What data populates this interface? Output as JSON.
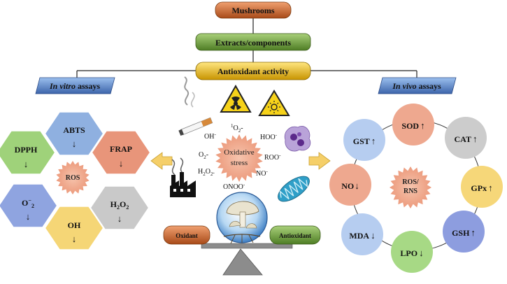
{
  "header": {
    "mushrooms": "Mushrooms",
    "extracts": "Extracts/components",
    "antioxidant_activity": "Antioxidant activity"
  },
  "in_vitro": {
    "title_italic": "In vitro",
    "title_rest": " assays",
    "center": "ROS",
    "assays": [
      {
        "label": "ABTS",
        "color": "#8fb0e0"
      },
      {
        "label": "FRAP",
        "color": "#e8957a"
      },
      {
        "label": "H",
        "color": "#c9c9c9"
      },
      {
        "label": "OH",
        "color": "#f5d676"
      },
      {
        "label": "O",
        "color": "#8fa4e0"
      },
      {
        "label": "DPPH",
        "color": "#9fd27a"
      }
    ],
    "h2o2_sub": "2",
    "h2o2_o": "O",
    "o2_sup": "−",
    "o2_sub": "2",
    "arrow": "↓"
  },
  "in_vivo": {
    "title_italic": "In vivo",
    "title_rest": " assays",
    "center_line1": "ROS/",
    "center_line2": "RNS",
    "markers": [
      {
        "label": "SOD",
        "arrow": "↑",
        "color": "#eea88f"
      },
      {
        "label": "CAT",
        "arrow": "↑",
        "color": "#cccccc"
      },
      {
        "label": "GPx",
        "arrow": "↑",
        "color": "#f6d779"
      },
      {
        "label": "GSH",
        "arrow": "↑",
        "color": "#8d9ddf"
      },
      {
        "label": "LPO",
        "arrow": "↓",
        "color": "#a7d985"
      },
      {
        "label": "MDA",
        "arrow": "↓",
        "color": "#b6cdf0"
      },
      {
        "label": "NO",
        "arrow": "↓",
        "color": "#eea88f"
      },
      {
        "label": "GST",
        "arrow": "↑",
        "color": "#b6cdf0"
      }
    ]
  },
  "center": {
    "oxidative_line1": "Oxidative",
    "oxidative_line2": "stress",
    "species": {
      "oh": "OH",
      "oh_sup": "-",
      "singlet_sup": "1",
      "singlet": "O",
      "singlet_sub": "2",
      "singlet_dot": "-",
      "hoo": "HOO",
      "hoo_sup": "-",
      "o2": "O",
      "o2_sub": "2",
      "o2_dot": "-",
      "roo": "ROO",
      "roo_sup": "-",
      "h2o2_h": "H",
      "h2o2_sub1": "2",
      "h2o2_o": "O",
      "h2o2_sub2": "2",
      "h2o2_dot": ".",
      "no": "NO",
      "no_sup": "-",
      "onoo": "ONOO",
      "onoo_sup": "-"
    }
  },
  "balance": {
    "oxidant": "Oxidant",
    "antioxidant": "Antioxidant"
  },
  "colors": {
    "orange_box": "#c0642a",
    "green_box": "#6a9a3a",
    "gold_box": "#e0b000",
    "blue_label": "#4a6fb0",
    "arrow_fill": "#f5cf69"
  }
}
